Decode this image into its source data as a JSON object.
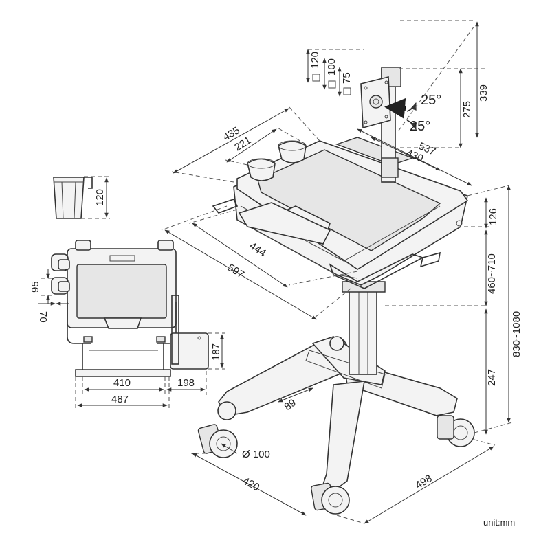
{
  "drawing": {
    "unit_label": "unit:mm",
    "top_view": {
      "width_front": "435",
      "width_tray": "221",
      "depth_side": "537",
      "depth_tray": "430"
    },
    "mount": {
      "vesa_120": "120",
      "vesa_100": "100",
      "vesa_75": "75",
      "tilt_up": "25°",
      "tilt_down": "25°",
      "height_mount": "275",
      "height_total_mount": "339"
    },
    "cup_holder": {
      "height": "120"
    },
    "front_view": {
      "drawer_height": "95",
      "offset": "70",
      "side_panel_height": "187",
      "inner_width": "410",
      "side_panel_width": "198",
      "total_width": "487"
    },
    "main_view": {
      "worksurface_depth": "444",
      "worksurface_length": "597",
      "worksurface_thickness": "126",
      "column_range": "460~710",
      "total_height_range": "830~1080",
      "base_height": "247",
      "base_leg": "89",
      "caster_diameter": "Ø 100",
      "base_width_left": "420",
      "base_width_right": "498"
    }
  }
}
